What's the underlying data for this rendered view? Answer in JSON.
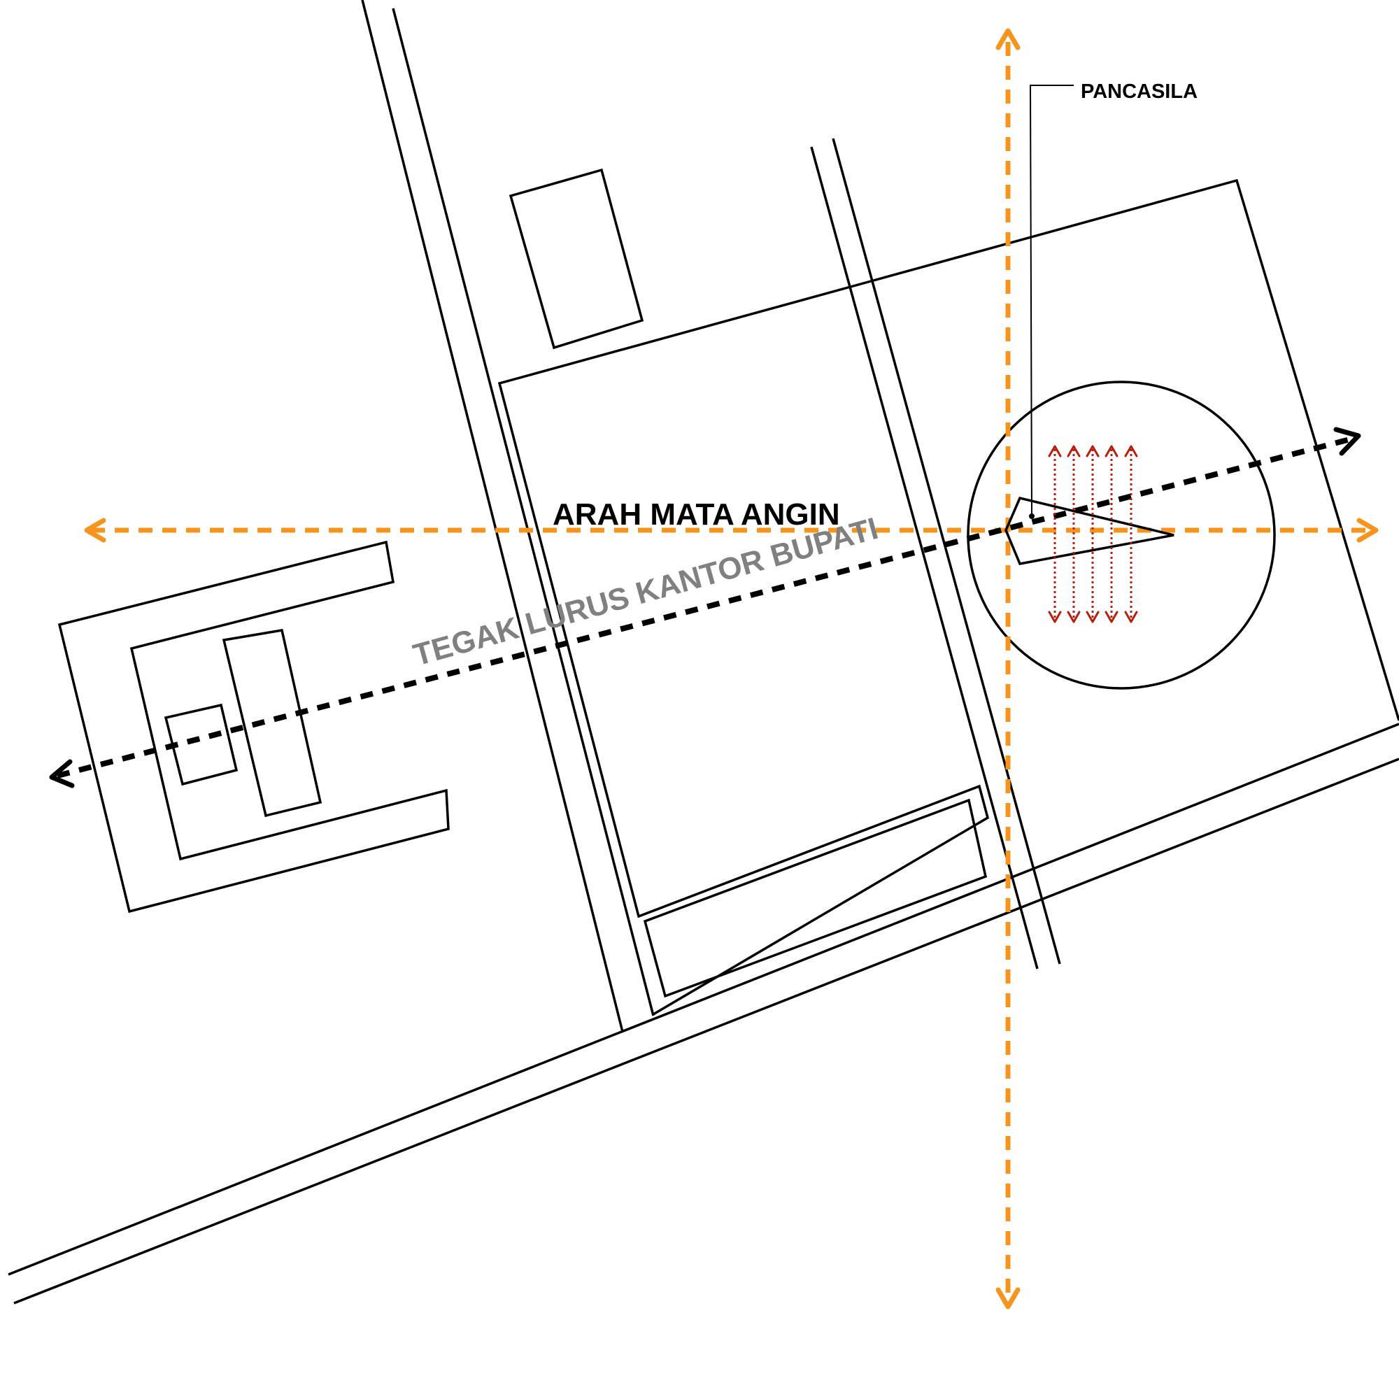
{
  "labels": {
    "wind_direction": "ARAH MATA ANGIN",
    "perpendicular_to_office": "TEGAK LURUS KANTOR BUPATI",
    "pancasila": "PANCASILA"
  },
  "colors": {
    "cardinal_axes": "#f7941d",
    "office_axis": "#000000",
    "monument_arrows": "#b5200d",
    "rotated_label": "#808080",
    "outlines": "#000000"
  }
}
